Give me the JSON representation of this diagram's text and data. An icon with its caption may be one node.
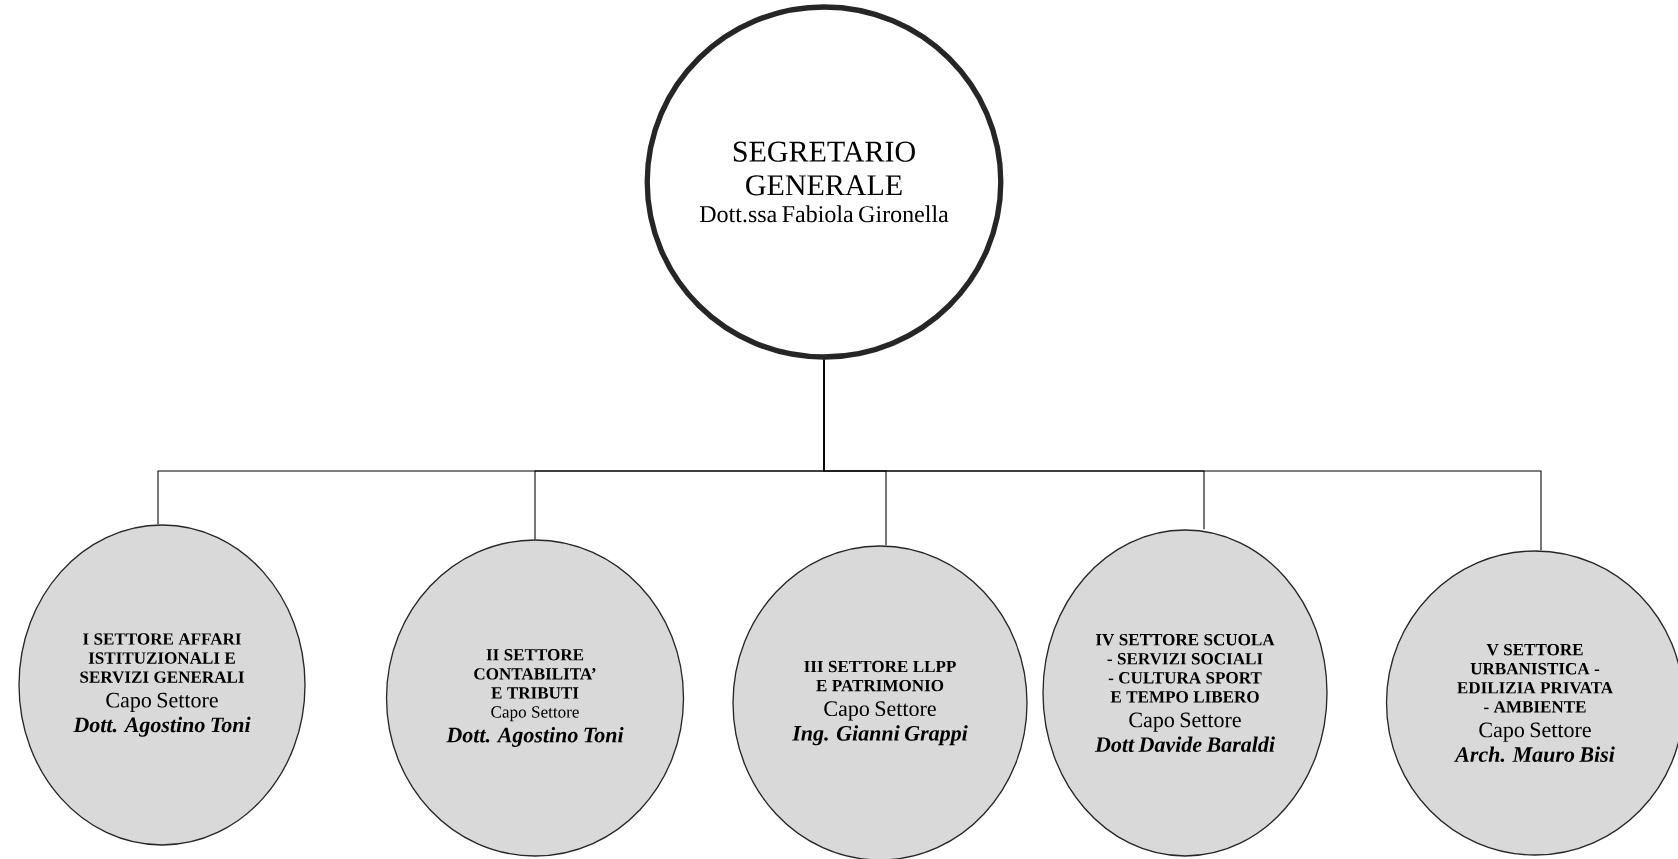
{
  "diagram": {
    "nodes": [
      {
        "text": [
          "SEGRETARIO GENERALE",
          "Dott.ssa Fabiola Gironella"
        ]
      },
      {
        "text": [
          "I SETTORE AFFARI ISTITUZIONALI E SERVIZI GENERALI",
          "Capo Settore",
          "Dott. Agostino Toni"
        ]
      },
      {
        "text": [
          "II SETTORE CONTABILITA’ E TRIBUTI",
          "Capo Settore",
          "Dott. Agostino Toni"
        ]
      },
      {
        "text": [
          "III SETTORE LLPP E PATRIMONIO",
          "Capo Settore",
          "Ing. Gianni Grappi"
        ]
      },
      {
        "text": [
          "IV SETTORE SCUOLA - SERVIZI SOCIALI - CULTURA SPORT E TEMPO LIBERO",
          "Capo Settore",
          "Dott Davide Baraldi"
        ]
      },
      {
        "text": [
          "V SETTORE URBANISTICA - EDILIZIA PRIVATA - AMBIENTE",
          "Capo Settore",
          "Arch. Mauro Bisi"
        ]
      }
    ],
    "edges": [
      {
        "from": 0,
        "to": 1,
        "arrow": "none"
      },
      {
        "from": 0,
        "to": 2,
        "arrow": "none"
      },
      {
        "from": 0,
        "to": 3,
        "arrow": "none"
      },
      {
        "from": 0,
        "to": 4,
        "arrow": "none"
      },
      {
        "from": 0,
        "to": 5,
        "arrow": "none"
      }
    ]
  }
}
